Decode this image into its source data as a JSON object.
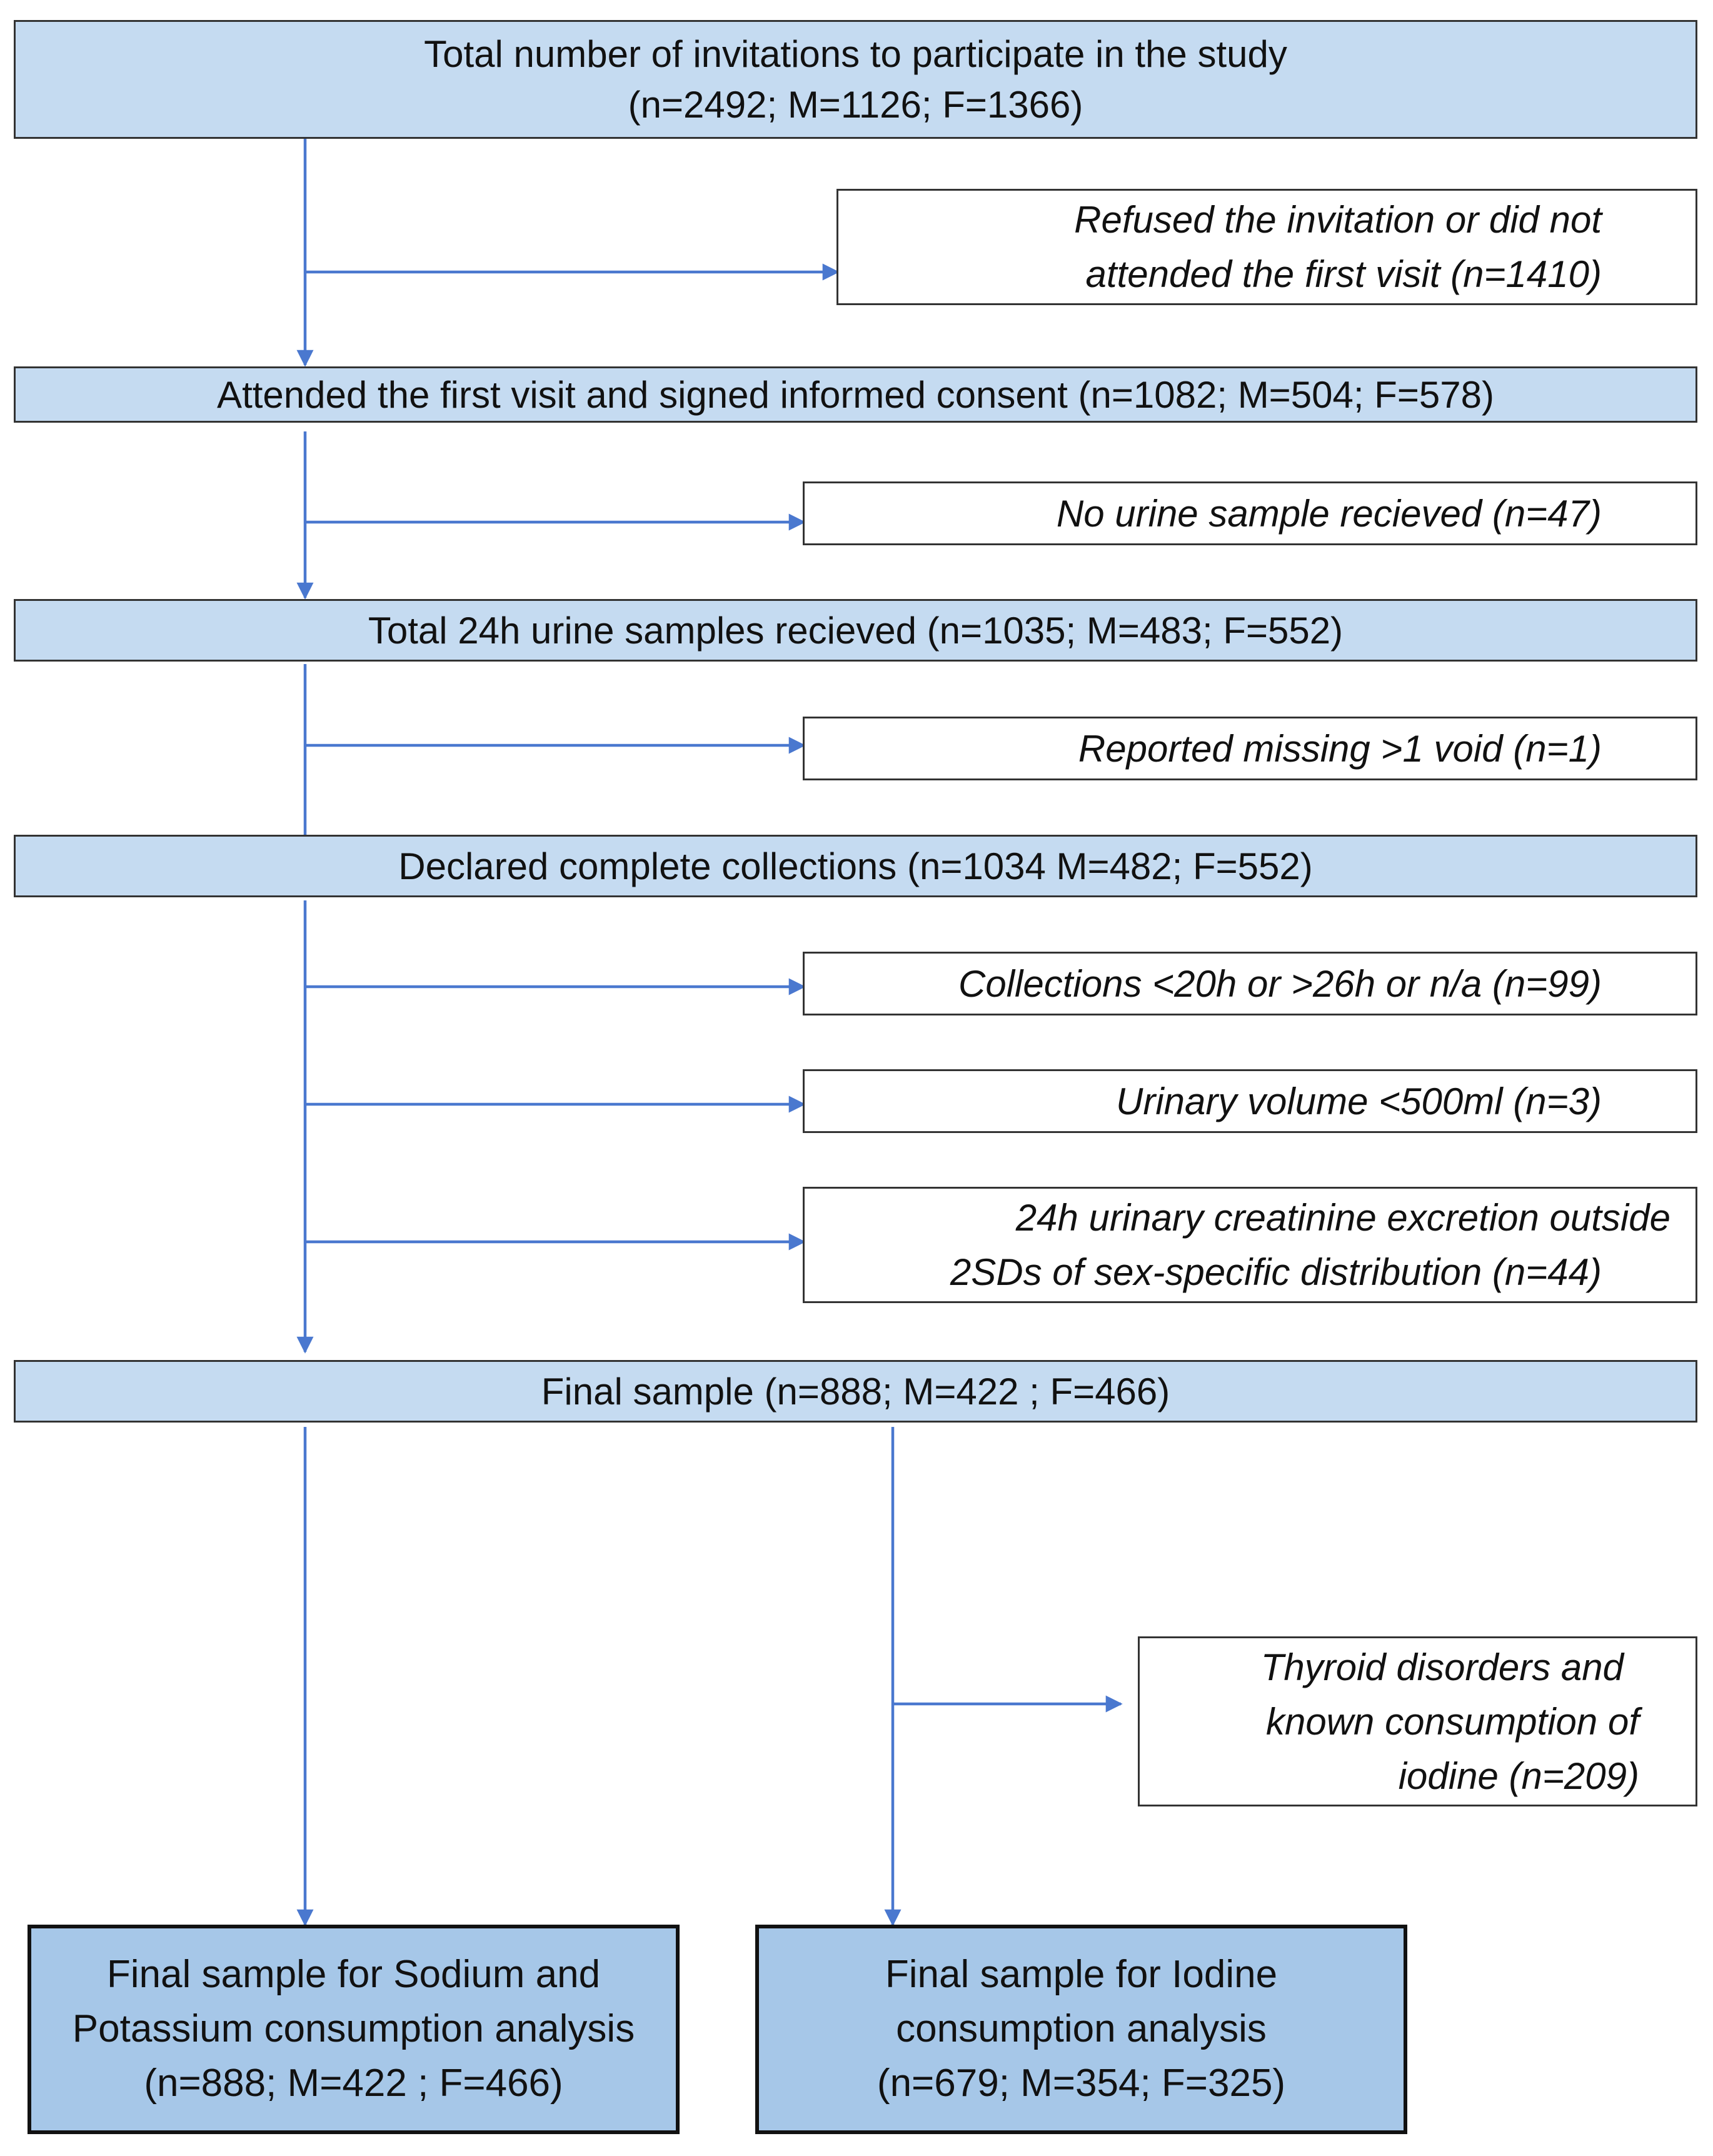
{
  "colors": {
    "box_fill": "#c5dbf1",
    "final_fill": "#a6c7e8",
    "arrow": "#4a78cf",
    "border": "#333333"
  },
  "boxes": {
    "invitations": [
      "Total number of invitations to participate in the study",
      "(n=2492; M=1126; F=1366)"
    ],
    "refused": [
      "Refused the invitation or did not",
      "attended the first visit (n=1410)"
    ],
    "consent": [
      "Attended the first visit and signed informed consent (n=1082; M=504; F=578)"
    ],
    "no_urine": [
      "No urine sample recieved (n=47)"
    ],
    "received": [
      "Total 24h urine samples recieved (n=1035; M=483; F=552)"
    ],
    "missing_void": [
      "Reported missing >1 void (n=1)"
    ],
    "complete": [
      "Declared complete collections (n=1034 M=482; F=552)"
    ],
    "collections": [
      "Collections <20h or >26h or n/a (n=99)"
    ],
    "volume": [
      "Urinary volume <500ml (n=3)"
    ],
    "creatinine": [
      "24h urinary creatinine excretion outside",
      "2SDs of sex-specific distribution (n=44)"
    ],
    "final": [
      "Final sample (n=888; M=422 ; F=466)"
    ],
    "thyroid": [
      "Thyroid disorders and",
      "known consumption of",
      "iodine (n=209)"
    ],
    "sodium": [
      "Final sample for Sodium and",
      "Potassium consumption analysis",
      "(n=888; M=422 ; F=466)"
    ],
    "iodine": [
      "Final sample for Iodine",
      "consumption analysis",
      "(n=679; M=354; F=325)"
    ]
  }
}
